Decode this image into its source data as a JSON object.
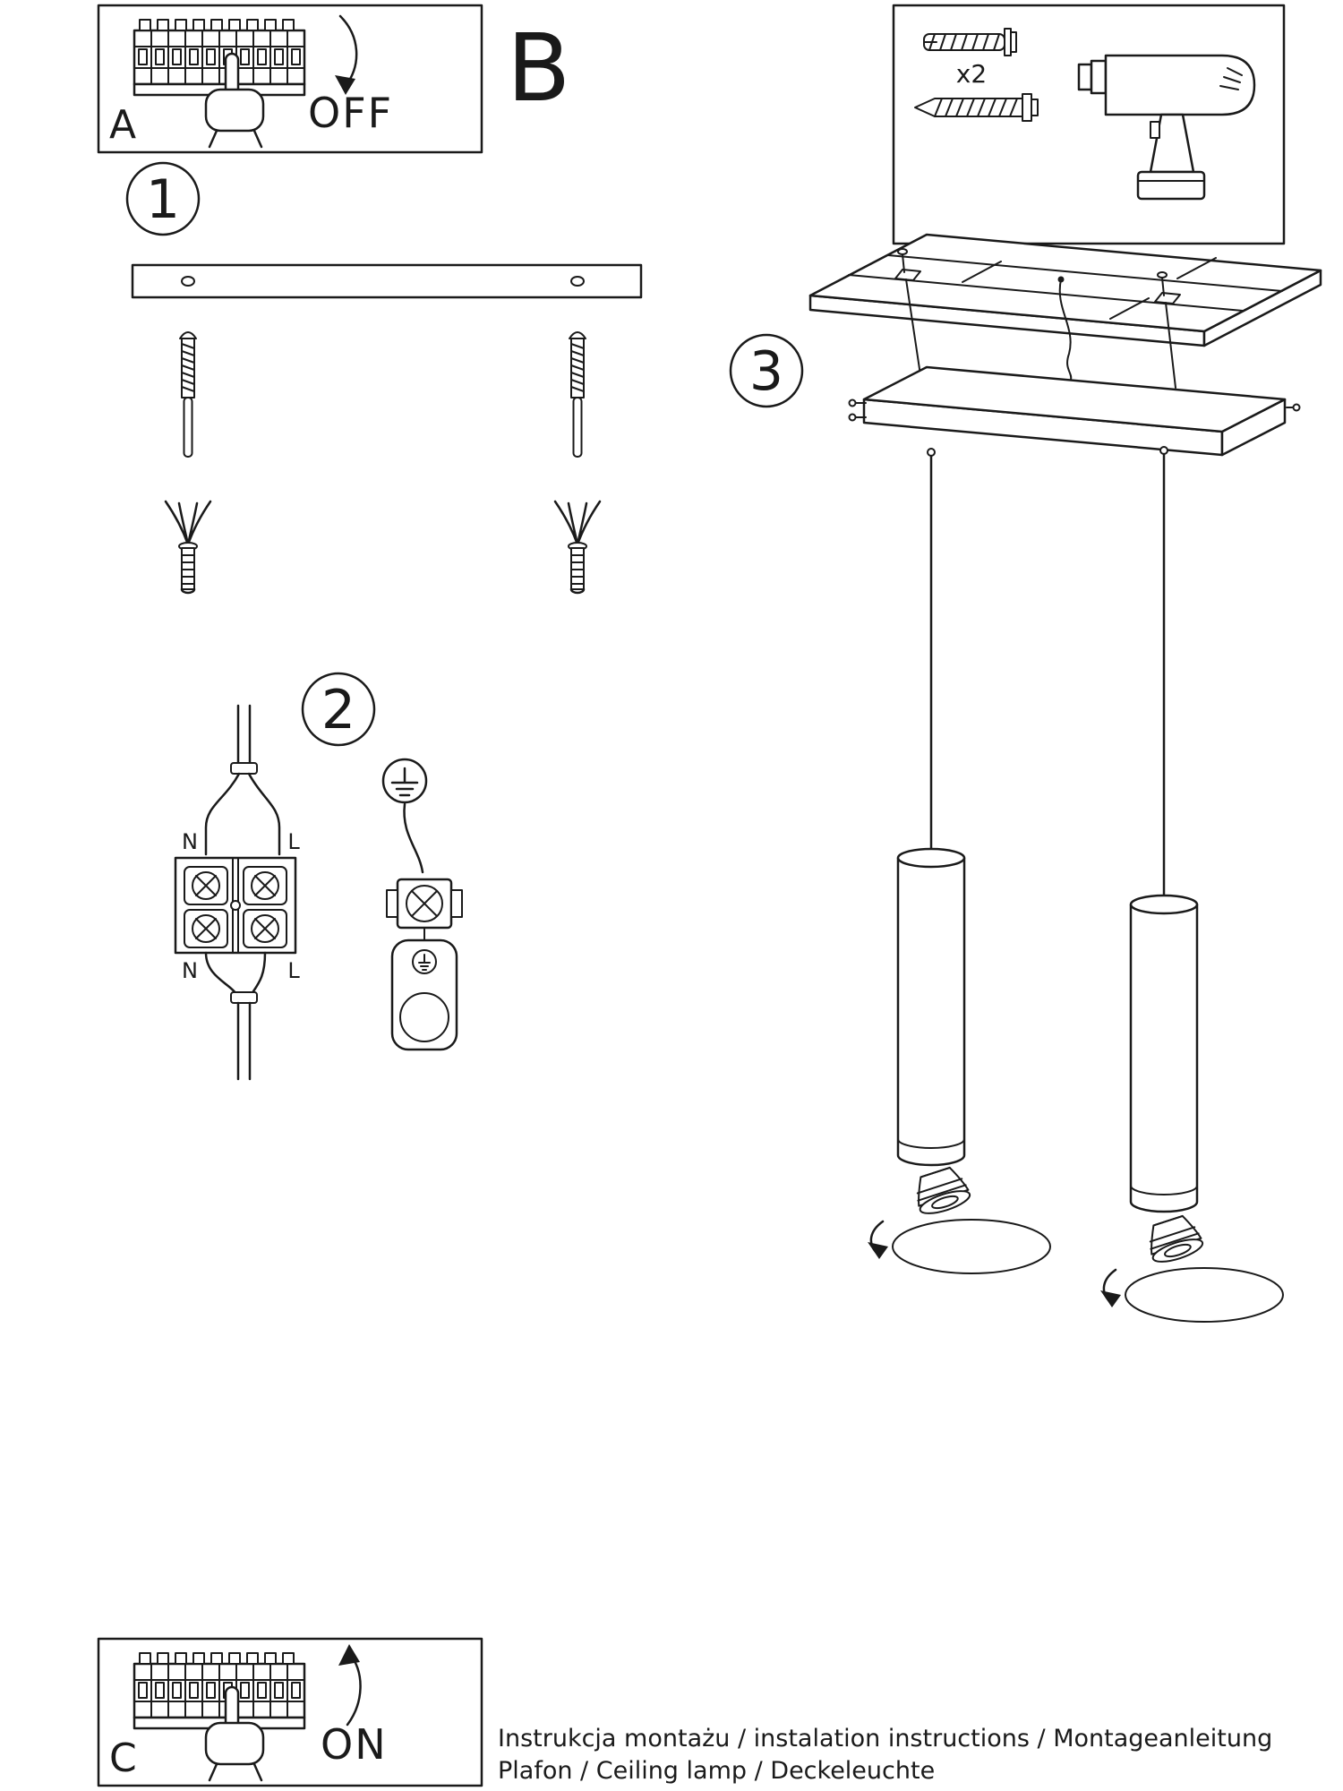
{
  "colors": {
    "ink": "#1a1a1a",
    "paper": "#ffffff"
  },
  "steps": {
    "s1": "1",
    "s2": "2",
    "s3": "3"
  },
  "panels": {
    "a": {
      "label": "A",
      "state": "OFF"
    },
    "b": {
      "label": "B"
    },
    "c": {
      "label": "C",
      "state": "ON"
    }
  },
  "hardware": {
    "count": "x2"
  },
  "wiring": {
    "n1": "N",
    "l1": "L",
    "n2": "N",
    "l2": "L"
  },
  "footer": {
    "line1": "Instrukcja montażu / instalation instructions / Montageanleitung",
    "line2": "Plafon / Ceiling lamp / Deckeleuchte"
  }
}
